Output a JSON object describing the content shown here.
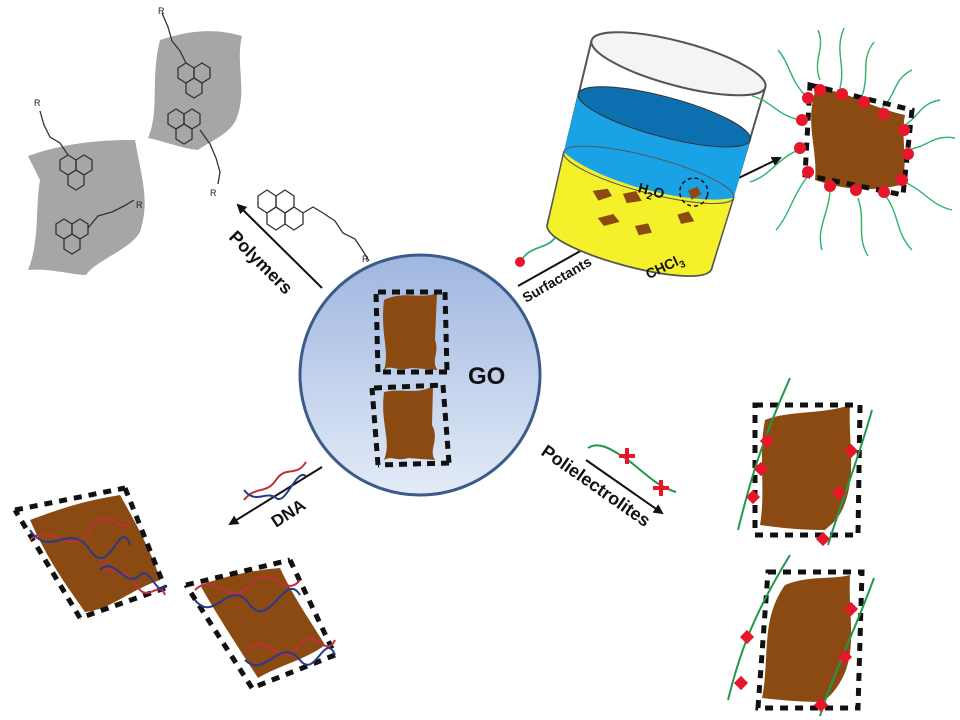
{
  "center": {
    "label": "GO"
  },
  "branches": {
    "polymers": {
      "label": "Polymers"
    },
    "surfactants": {
      "label": "Surfactants"
    },
    "dna": {
      "label": "DNA"
    },
    "polielectrolites": {
      "label": "Polielectrolites"
    }
  },
  "beaker": {
    "water_label": "H",
    "water_sub": "2",
    "water_tail": "O",
    "chcl_label": "CHCl",
    "chcl_sub": "3"
  },
  "r_group_label": "R",
  "colors": {
    "go_sheet": "#8B4A12",
    "circle_fill_top": "#9fb6e0",
    "circle_fill_bottom": "#dfe8f6",
    "circle_stroke": "#3b5b8a",
    "water": "#19a3e6",
    "chloroform": "#f4f02a",
    "polymer_sheet": "#a6a6a6",
    "surfactant_tail": "#2bb36a",
    "surfactant_head": "#e8162b",
    "dna_strand_1": "#c0303a",
    "dna_strand_2": "#2a3a8a",
    "polyelectrolyte": "#1f9a4a",
    "charge": "#e8162b"
  }
}
